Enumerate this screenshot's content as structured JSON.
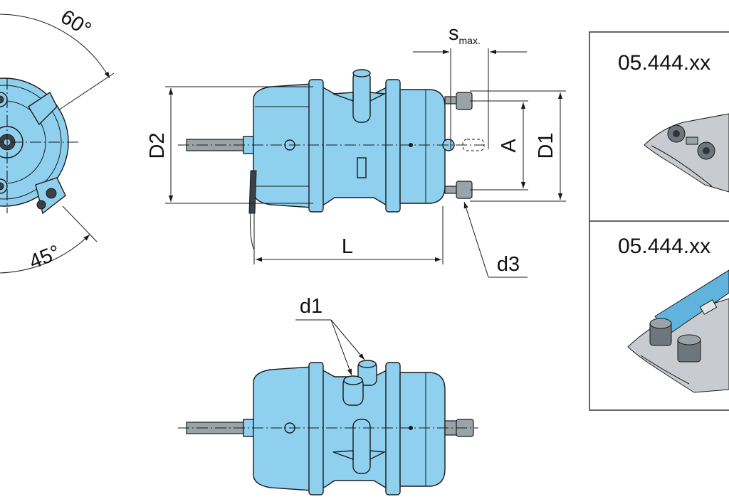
{
  "colors": {
    "body": "#8fd0ef",
    "body_dark": "#5fb3dd",
    "line": "#1a1a1a",
    "frame": "#333333"
  },
  "angles": {
    "top": "60°",
    "bottom": "45°"
  },
  "dimensions": {
    "s_main": "s",
    "s_sub": "max.",
    "D2": "D2",
    "D1": "D1",
    "A": "A",
    "L": "L",
    "d3": "d3",
    "d1": "d1"
  },
  "variants": [
    {
      "part_number": "05.444.xx"
    },
    {
      "part_number": "05.444.xx"
    }
  ]
}
